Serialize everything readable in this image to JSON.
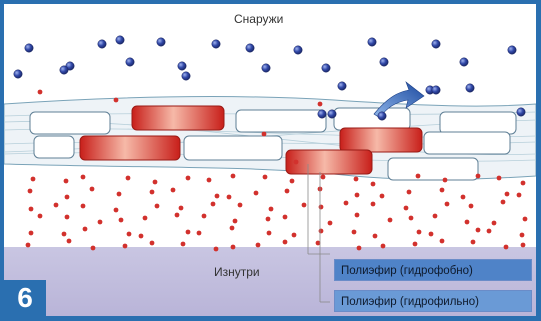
{
  "labels": {
    "outside": "Снаружи",
    "inside": "Изнутри"
  },
  "legend": {
    "hydrophobic": "Полиэфир (гидрофобно)",
    "hydrophilic": "Полиэфир (гидрофильно)"
  },
  "badge": "6",
  "colors": {
    "frame": "#2a6fb0",
    "vapor_dots": "#2d3f9a",
    "water_dots": "#d2312d",
    "hydrophilic_segments": "#d8352d",
    "hydrophobic_segments": "#ffffff",
    "arrow": "#1f4fa5",
    "bottom_band": "#c0bbdc"
  },
  "icons": {
    "arrow": "curved-arrow-icon"
  }
}
